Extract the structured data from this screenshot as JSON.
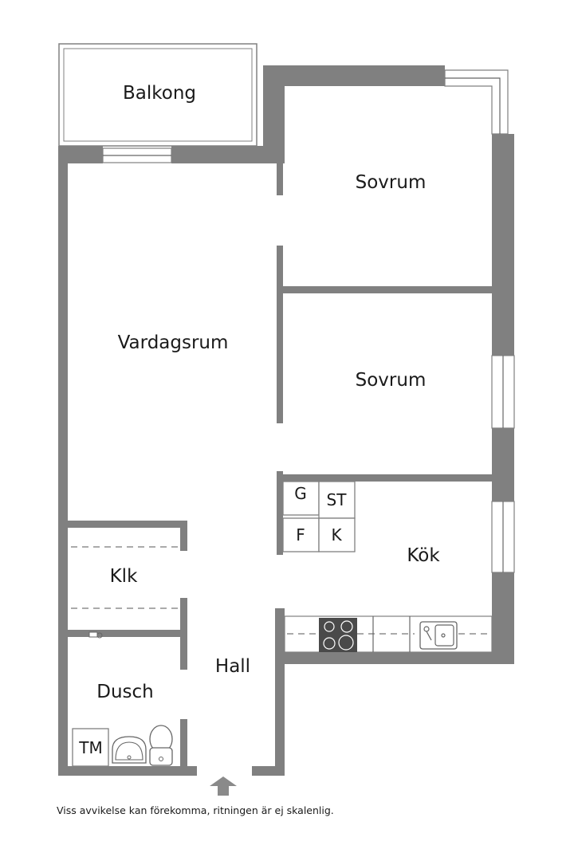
{
  "rooms": {
    "balkong": "Balkong",
    "sovrum_1": "Sovrum",
    "sovrum_2": "Sovrum",
    "vardagsrum": "Vardagsrum",
    "kok": "Kök",
    "klk": "Klk",
    "hall": "Hall",
    "dusch": "Dusch"
  },
  "appliances": {
    "g": "G",
    "st": "ST",
    "f": "F",
    "k": "K",
    "tm": "TM"
  },
  "icons": {
    "entrance": "entrance-arrow-icon",
    "stove": "stove-icon",
    "sink": "sink-icon",
    "washbasin": "washbasin-icon",
    "toilet": "toilet-icon"
  },
  "colors": {
    "wall": "#808080",
    "window": "#ffffff",
    "text": "#1a1a1a"
  },
  "disclaimer": "Viss avvikelse kan förekomma, ritningen är ej skalenlig."
}
